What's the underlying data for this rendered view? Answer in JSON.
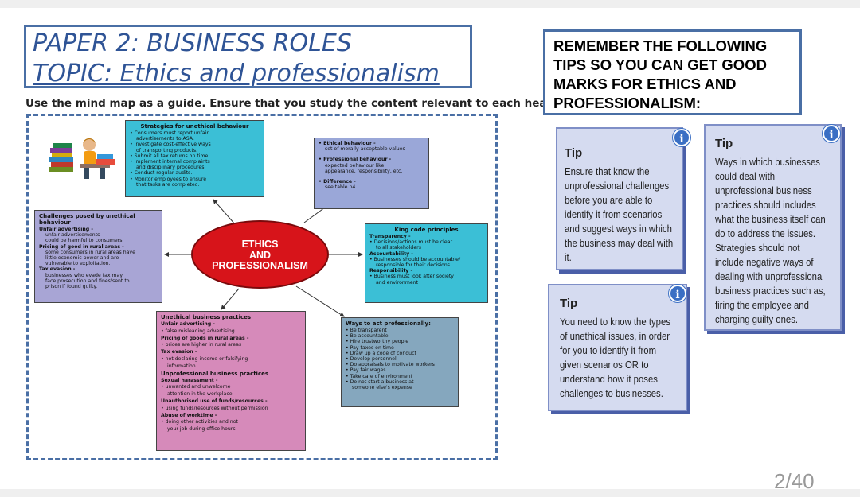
{
  "title": {
    "line1": "PAPER 2: BUSINESS ROLES",
    "line2": "TOPIC: Ethics and professionalism"
  },
  "guide": "Use the mind map as a guide. Ensure that you study the content relevant to each heading",
  "center": [
    "ETHICS",
    "AND",
    "PROFESSIONALISM"
  ],
  "strategies": {
    "heading": "Strategies for unethical behaviour",
    "items": [
      "• Consumers must report unfair",
      "   advertisements to ASA.",
      "• Investigate cost-effective ways",
      "   of transporting products.",
      "• Submit all tax returns on time.",
      "• Implement internal complaints",
      "   and disciplinary procedures.",
      "• Conduct regular audits.",
      "• Monitor employees to ensure",
      "   that tasks are completed."
    ]
  },
  "ethical": {
    "items": [
      "• Ethical behaviour -",
      "   set of morally acceptable values",
      "",
      "• Professional behaviour -",
      "   expected behaviour like",
      "   appearance, responsibility, etc.",
      "",
      "• Difference -",
      "   see table p4"
    ]
  },
  "challenges": {
    "heading": "Challenges posed by unethical behaviour",
    "items": [
      "Unfair advertising -",
      "   unfair advertisements",
      "   could be harmful to consumers",
      "Pricing of good in rural areas -",
      "   some consumers in rural areas have",
      "   little economic power and are",
      "   vulnerable to exploitation.",
      "Tax evasion -",
      "   businesses who evade tax may",
      "   face prosecution and fines/sent to",
      "   prison if found guilty."
    ]
  },
  "king": {
    "heading": "King code principles",
    "items": [
      "Transparency -",
      " • Decisions/actions must be clear",
      "   to all stakeholders",
      "Accountability -",
      " • Businesses should be accountable/",
      "   responsible for their decisions",
      "Responsibility -",
      " • Business must look after society",
      "   and environment"
    ]
  },
  "unethical": {
    "heading": "Unethical business practices",
    "items": [
      "Unfair advertising -",
      " • false misleading advertising",
      "Pricing of goods in rural areas -",
      " • prices are higher in rural areas",
      "Tax evasion -",
      " • not declaring income or falsifying",
      "   information",
      "Unprofessional business practices",
      "Sexual harassment -",
      " • unwanted and unwelcome",
      "   attention in the workplace",
      "Unauthorised use of funds/resources -",
      " • using funds/resources without permission",
      "Abuse of worktime -",
      " • doing other activities and not",
      "   your job during office hours"
    ]
  },
  "ways": {
    "heading": "Ways to act professionally:",
    "items": [
      "• Be transparent",
      "• Be accountable",
      "• Hire trustworthy people",
      "• Pay taxes on time",
      "• Draw up a code of conduct",
      "• Develop personnel",
      "• Do appraisals to motivate workers",
      "• Pay fair wages",
      "• Take care of environment",
      "• Do not start a business at",
      "  someone else's expense"
    ]
  },
  "remember": "REMEMBER THE FOLLOWING TIPS SO YOU CAN GET GOOD MARKS FOR ETHICS AND PROFESSIONALISM:",
  "tips": [
    {
      "heading": "Tip",
      "text": "Ensure that know the unprofessional challenges before you are able to identify it from scenarios and  suggest ways in which the business may deal with it."
    },
    {
      "heading": "Tip",
      "text": "Ways in which businesses could deal with unprofessional business practices should includes what the business itself can do to address the issues. Strategies should not include negative ways of dealing with unprofessional business practices such as, firing the employee and  charging guilty ones."
    },
    {
      "heading": "Tip",
      "text": "You need to know the types of unethical issues, in order for you to identify it from given scenarios OR to understand how it poses challenges to businesses."
    }
  ],
  "info_icon": "i",
  "page_indicator": "2/40"
}
